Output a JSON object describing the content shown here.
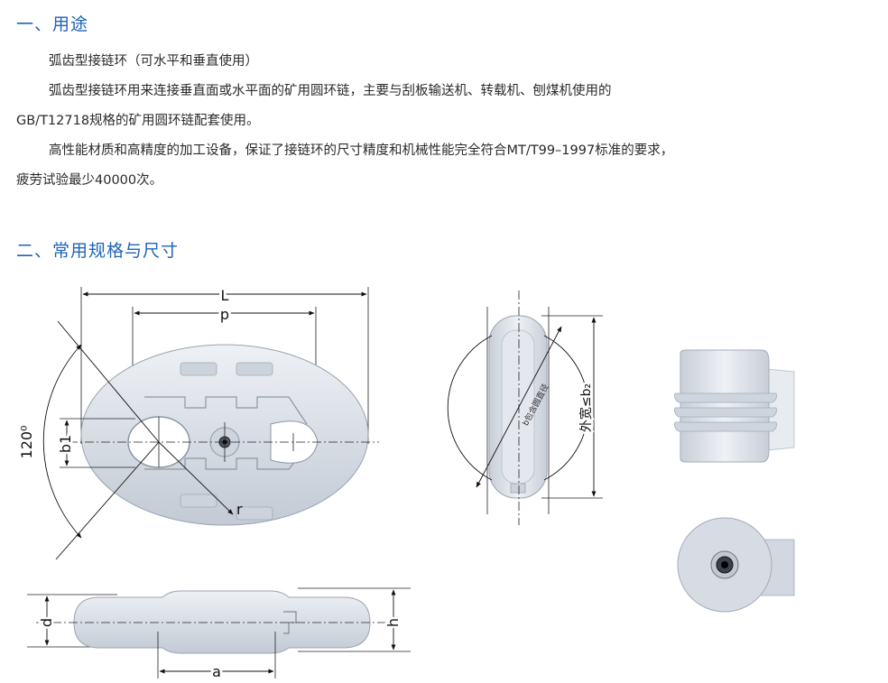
{
  "section1": {
    "title": "一、用途",
    "subtitle": "弧齿型接链环（可水平和垂直使用）",
    "para1_line1": "弧齿型接链环用来连接垂直面或水平面的矿用圆环链，主要与刮板输送机、转载机、刨煤机使用的",
    "para1_line2": "GB/T12718规格的矿用圆环链配套使用。",
    "para2_line1": "高性能材质和高精度的加工设备，保证了接链环的尺寸精度和机械性能完全符合MT/T99–1997标准的要求，",
    "para2_line2": "疲劳试验最少40000次。"
  },
  "section2": {
    "title": "二、常用规格与尺寸"
  },
  "drawing": {
    "label_L": "L",
    "label_p": "p",
    "label_angle": "120⁰",
    "label_b1": "b1",
    "label_r": "r",
    "label_d": "d",
    "label_h": "h",
    "label_a": "a",
    "label_b_diag": "b包含圆直径",
    "label_outer_width": "外宽≤b₂"
  },
  "colors": {
    "heading": "#1f63b8",
    "part_fill": "#dde2ea",
    "part_shade": "#b9c0cc"
  }
}
